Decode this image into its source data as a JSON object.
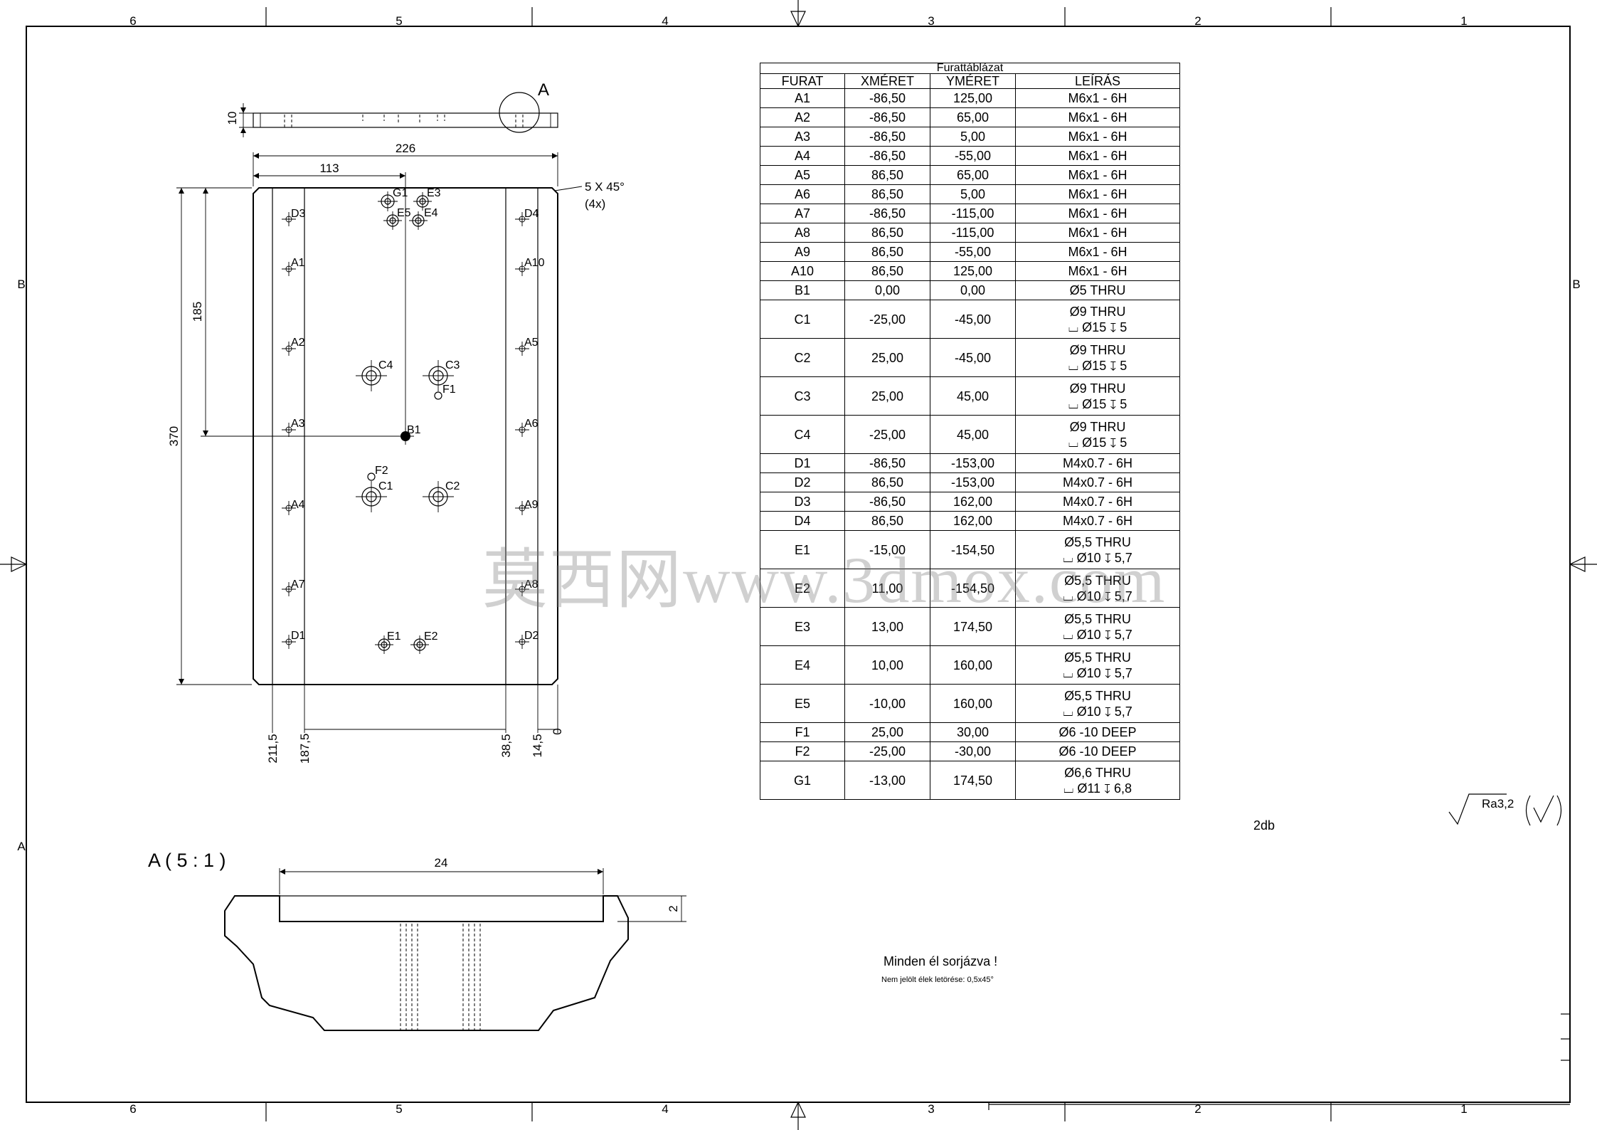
{
  "frame": {
    "zones_top": [
      "6",
      "5",
      "4",
      "3",
      "2",
      "1"
    ],
    "zones_bottom": [
      "6",
      "5",
      "4",
      "3",
      "2",
      "1"
    ],
    "zones_side": [
      "B",
      "A"
    ]
  },
  "plan_view": {
    "hole_labels": [
      "G1",
      "E3",
      "E5",
      "E4",
      "D3",
      "D4",
      "A1",
      "A10",
      "A2",
      "A5",
      "C4",
      "C3",
      "F1",
      "A3",
      "A6",
      "B1",
      "F2",
      "C1",
      "C2",
      "A4",
      "A9",
      "A7",
      "A8",
      "D1",
      "D2",
      "E1",
      "E2"
    ],
    "dims": {
      "width": "226",
      "offset": "113",
      "chamfer": "5 X 45°",
      "chamfer_count": "(4x)",
      "height": "370",
      "half_height": "185",
      "thickness": "10",
      "bottom": [
        "211,5",
        "187,5",
        "38,5",
        "14,5",
        "0"
      ]
    },
    "detail_callout": "A"
  },
  "detail_view": {
    "title": "A ( 5 : 1 )",
    "width_dim": "24",
    "depth_dim": "2"
  },
  "hole_table": {
    "caption": "Furattáblázat",
    "headers": [
      "FURAT",
      "XMÉRET",
      "YMÉRET",
      "LEÍRÁS"
    ],
    "rows": [
      {
        "id": "A1",
        "x": "-86,50",
        "y": "125,00",
        "desc": "M6x1 - 6H"
      },
      {
        "id": "A2",
        "x": "-86,50",
        "y": "65,00",
        "desc": "M6x1 - 6H"
      },
      {
        "id": "A3",
        "x": "-86,50",
        "y": "5,00",
        "desc": "M6x1 - 6H"
      },
      {
        "id": "A4",
        "x": "-86,50",
        "y": "-55,00",
        "desc": "M6x1 - 6H"
      },
      {
        "id": "A5",
        "x": "86,50",
        "y": "65,00",
        "desc": "M6x1 - 6H"
      },
      {
        "id": "A6",
        "x": "86,50",
        "y": "5,00",
        "desc": "M6x1 - 6H"
      },
      {
        "id": "A7",
        "x": "-86,50",
        "y": "-115,00",
        "desc": "M6x1 - 6H"
      },
      {
        "id": "A8",
        "x": "86,50",
        "y": "-115,00",
        "desc": "M6x1 - 6H"
      },
      {
        "id": "A9",
        "x": "86,50",
        "y": "-55,00",
        "desc": "M6x1 - 6H"
      },
      {
        "id": "A10",
        "x": "86,50",
        "y": "125,00",
        "desc": "M6x1 - 6H"
      },
      {
        "id": "B1",
        "x": "0,00",
        "y": "0,00",
        "desc": "Ø5 THRU"
      },
      {
        "id": "C1",
        "x": "-25,00",
        "y": "-45,00",
        "desc": "Ø9 THRU",
        "desc2": "⌴ Ø15 ↧ 5"
      },
      {
        "id": "C2",
        "x": "25,00",
        "y": "-45,00",
        "desc": "Ø9 THRU",
        "desc2": "⌴ Ø15 ↧ 5"
      },
      {
        "id": "C3",
        "x": "25,00",
        "y": "45,00",
        "desc": "Ø9 THRU",
        "desc2": "⌴ Ø15 ↧ 5"
      },
      {
        "id": "C4",
        "x": "-25,00",
        "y": "45,00",
        "desc": "Ø9 THRU",
        "desc2": "⌴ Ø15 ↧ 5"
      },
      {
        "id": "D1",
        "x": "-86,50",
        "y": "-153,00",
        "desc": "M4x0.7 - 6H"
      },
      {
        "id": "D2",
        "x": "86,50",
        "y": "-153,00",
        "desc": "M4x0.7 - 6H"
      },
      {
        "id": "D3",
        "x": "-86,50",
        "y": "162,00",
        "desc": "M4x0.7 - 6H"
      },
      {
        "id": "D4",
        "x": "86,50",
        "y": "162,00",
        "desc": "M4x0.7 - 6H"
      },
      {
        "id": "E1",
        "x": "-15,00",
        "y": "-154,50",
        "desc": "Ø5,5 THRU",
        "desc2": "⌴ Ø10 ↧ 5,7"
      },
      {
        "id": "E2",
        "x": "11,00",
        "y": "-154,50",
        "desc": "Ø5,5 THRU",
        "desc2": "⌴ Ø10 ↧ 5,7"
      },
      {
        "id": "E3",
        "x": "13,00",
        "y": "174,50",
        "desc": "Ø5,5 THRU",
        "desc2": "⌴ Ø10 ↧ 5,7"
      },
      {
        "id": "E4",
        "x": "10,00",
        "y": "160,00",
        "desc": "Ø5,5 THRU",
        "desc2": "⌴ Ø10 ↧ 5,7"
      },
      {
        "id": "E5",
        "x": "-10,00",
        "y": "160,00",
        "desc": "Ø5,5 THRU",
        "desc2": "⌴ Ø10 ↧ 5,7"
      },
      {
        "id": "F1",
        "x": "25,00",
        "y": "30,00",
        "desc": "Ø6 -10 DEEP"
      },
      {
        "id": "F2",
        "x": "-25,00",
        "y": "-30,00",
        "desc": "Ø6 -10 DEEP"
      },
      {
        "id": "G1",
        "x": "-13,00",
        "y": "174,50",
        "desc": "Ø6,6 THRU",
        "desc2": "⌴ Ø11 ↧ 6,8"
      }
    ]
  },
  "notes": {
    "quantity": "2db",
    "roughness": "Ra3,2",
    "edges": "Minden él sorjázva !",
    "chamfer_note": "Nem jelölt élek letörése: 0,5x45°"
  },
  "watermark": "莫西网www.3dmox.com"
}
